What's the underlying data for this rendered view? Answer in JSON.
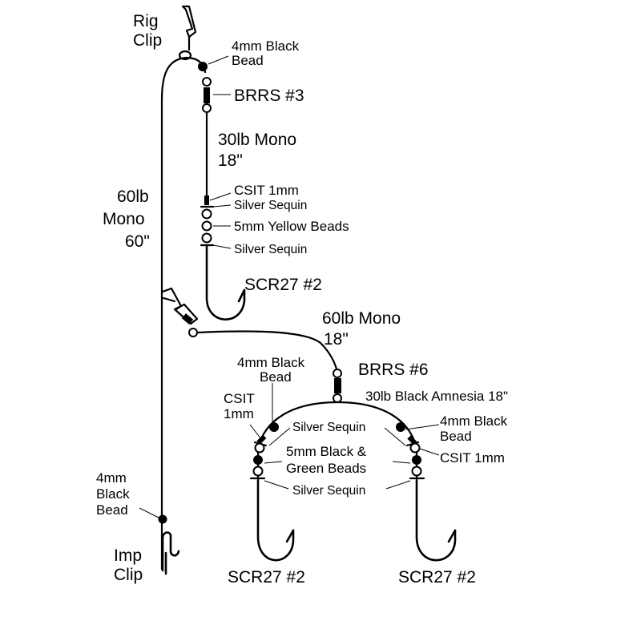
{
  "labels": {
    "rig_clip": [
      "Rig",
      "Clip"
    ],
    "bead_top": [
      "4mm Black",
      "Bead"
    ],
    "brrs3": "BRRS #3",
    "mono30": [
      "30lb Mono",
      "18\""
    ],
    "csit_top": "CSIT 1mm",
    "sequin_top1": "Silver Sequin",
    "yellow_beads": "5mm Yellow Beads",
    "sequin_top2": "Silver Sequin",
    "scr_top": "SCR27 #2",
    "mono60_main": [
      "60lb",
      "Mono",
      "60\""
    ],
    "mono60_boom": [
      "60lb Mono",
      "18\""
    ],
    "bead_left": [
      "4mm Black",
      "Bead"
    ],
    "brrs6": "BRRS #6",
    "amnesia": "30lb Black Amnesia 18\"",
    "csit_left": [
      "CSIT",
      "1mm"
    ],
    "sequin_mid": "Silver Sequin",
    "bead_right": [
      "4mm Black",
      "Bead"
    ],
    "bg_beads": [
      "5mm Black &",
      "Green Beads"
    ],
    "csit_right": "CSIT 1mm",
    "sequin_bottom": "Silver Sequin",
    "bead_bottom": [
      "4mm",
      "Black",
      "Bead"
    ],
    "imp_clip": [
      "Imp",
      "Clip"
    ],
    "scr_left": "SCR27 #2",
    "scr_right": "SCR27 #2"
  },
  "colors": {
    "ink": "#000000",
    "background": "#ffffff"
  },
  "icons": [
    "rig-clip-icon",
    "imp-clip-icon",
    "swivel-icon",
    "hook-icon",
    "bead-icon",
    "sequin-icon"
  ]
}
